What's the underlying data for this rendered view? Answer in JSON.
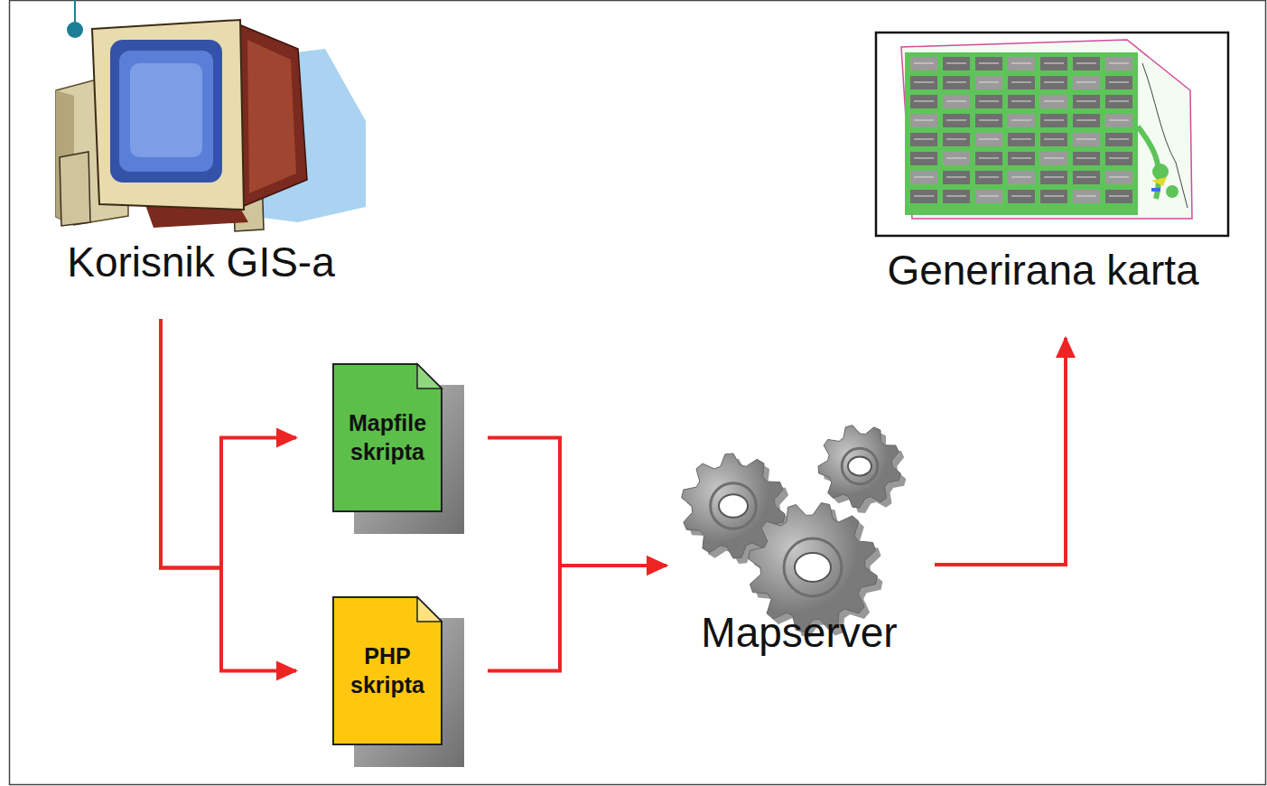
{
  "diagram": {
    "nodes": [
      {
        "text": [
          "Korisnik GIS-a"
        ]
      },
      {
        "text": [
          "Mapfile skripta"
        ]
      },
      {
        "text": [
          "PHP skripta"
        ]
      },
      {
        "text": [
          "Mapserver"
        ]
      },
      {
        "text": [
          "Generirana karta"
        ]
      }
    ],
    "edges": [
      {
        "from": 0,
        "to": 1,
        "arrow": "to"
      },
      {
        "from": 0,
        "to": 2,
        "arrow": "to"
      },
      {
        "from": 1,
        "to": 3,
        "arrow": "to"
      },
      {
        "from": 2,
        "to": 3,
        "arrow": "to"
      },
      {
        "from": 3,
        "to": 4,
        "arrow": "to"
      }
    ]
  }
}
